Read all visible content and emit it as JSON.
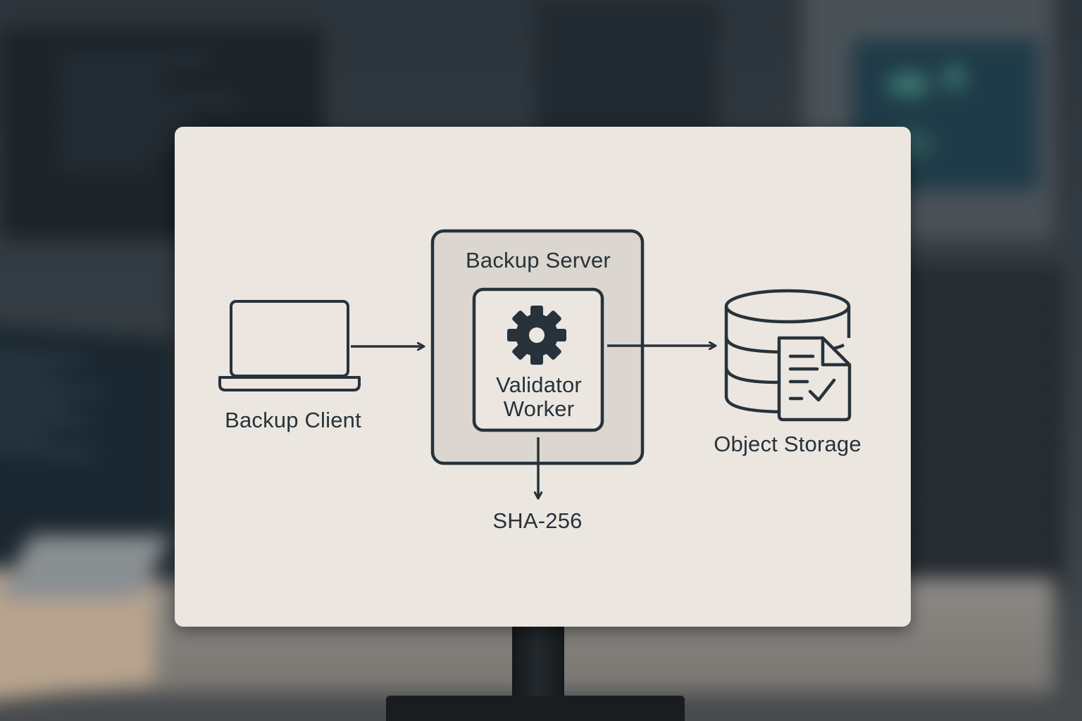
{
  "diagram": {
    "nodes": {
      "client": {
        "label": "Backup Client",
        "icon": "laptop-icon"
      },
      "server": {
        "label": "Backup Server"
      },
      "worker": {
        "label_line1": "Validator",
        "label_line2": "Worker",
        "icon": "gear-icon"
      },
      "storage": {
        "label": "Object Storage",
        "icon": "database-document-check-icon"
      },
      "hash": {
        "label": "SHA-256"
      }
    },
    "edges": [
      {
        "from": "client",
        "to": "server"
      },
      {
        "from": "server",
        "to": "storage"
      },
      {
        "from": "worker",
        "to": "hash"
      }
    ]
  },
  "colors": {
    "ink": "#27323b",
    "board": "#ebe6df",
    "server_fill": "#dbd6cf",
    "worker_fill": "#ebe7e0"
  }
}
